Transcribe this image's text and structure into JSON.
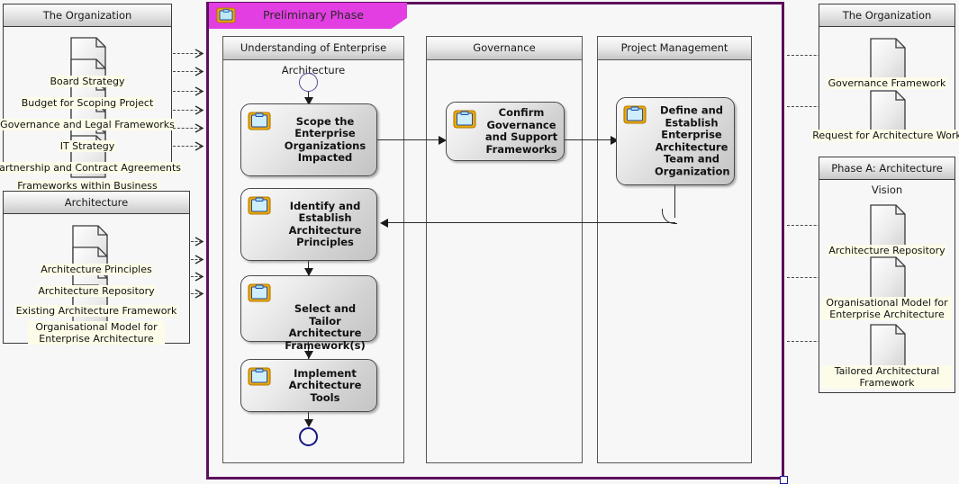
{
  "diagram": {
    "title": "Preliminary Phase",
    "frame_color": "#5c0f5c",
    "tab_color": "#e23ee2",
    "phase_icon_name": "clipboard-icon"
  },
  "left_packages": [
    {
      "title": "The Organization",
      "documents": [
        "Board Strategy",
        "Budget for Scoping Project",
        "Governance and Legal Frameworks",
        "IT Strategy",
        "Partnership and Contract Agreements",
        "Frameworks within Business"
      ]
    },
    {
      "title": "Architecture",
      "documents": [
        "Architecture Principles",
        "Architecture Repository",
        "Existing Architecture Framework",
        "Organisational Model for Enterprise Architecture"
      ]
    }
  ],
  "right_packages": [
    {
      "title": "The Organization",
      "documents": [
        "Governance Framework",
        "Request for Architecture Work"
      ]
    },
    {
      "title": "Phase A: Architecture Vision",
      "documents": [
        "Architecture Repository",
        "Organisational Model for Enterprise Architecture",
        "Tailored Architectural Framework"
      ]
    }
  ],
  "lanes": [
    {
      "title": "Understanding of Enterprise Architecture",
      "activities": [
        "Scope the Enterprise Organizations Impacted",
        "Identify and Establish Architecture Principles",
        "Select and Tailor Architecture Framework(s)",
        "Implement Architecture Tools"
      ]
    },
    {
      "title": "Governance",
      "activities": [
        "Confirm Governance and Support Frameworks"
      ]
    },
    {
      "title": "Project Management",
      "activities": [
        "Define and Establish Enterprise Architecture Team and Organization"
      ]
    }
  ],
  "nodes": {
    "start": "initial-node",
    "end": "final-node"
  }
}
